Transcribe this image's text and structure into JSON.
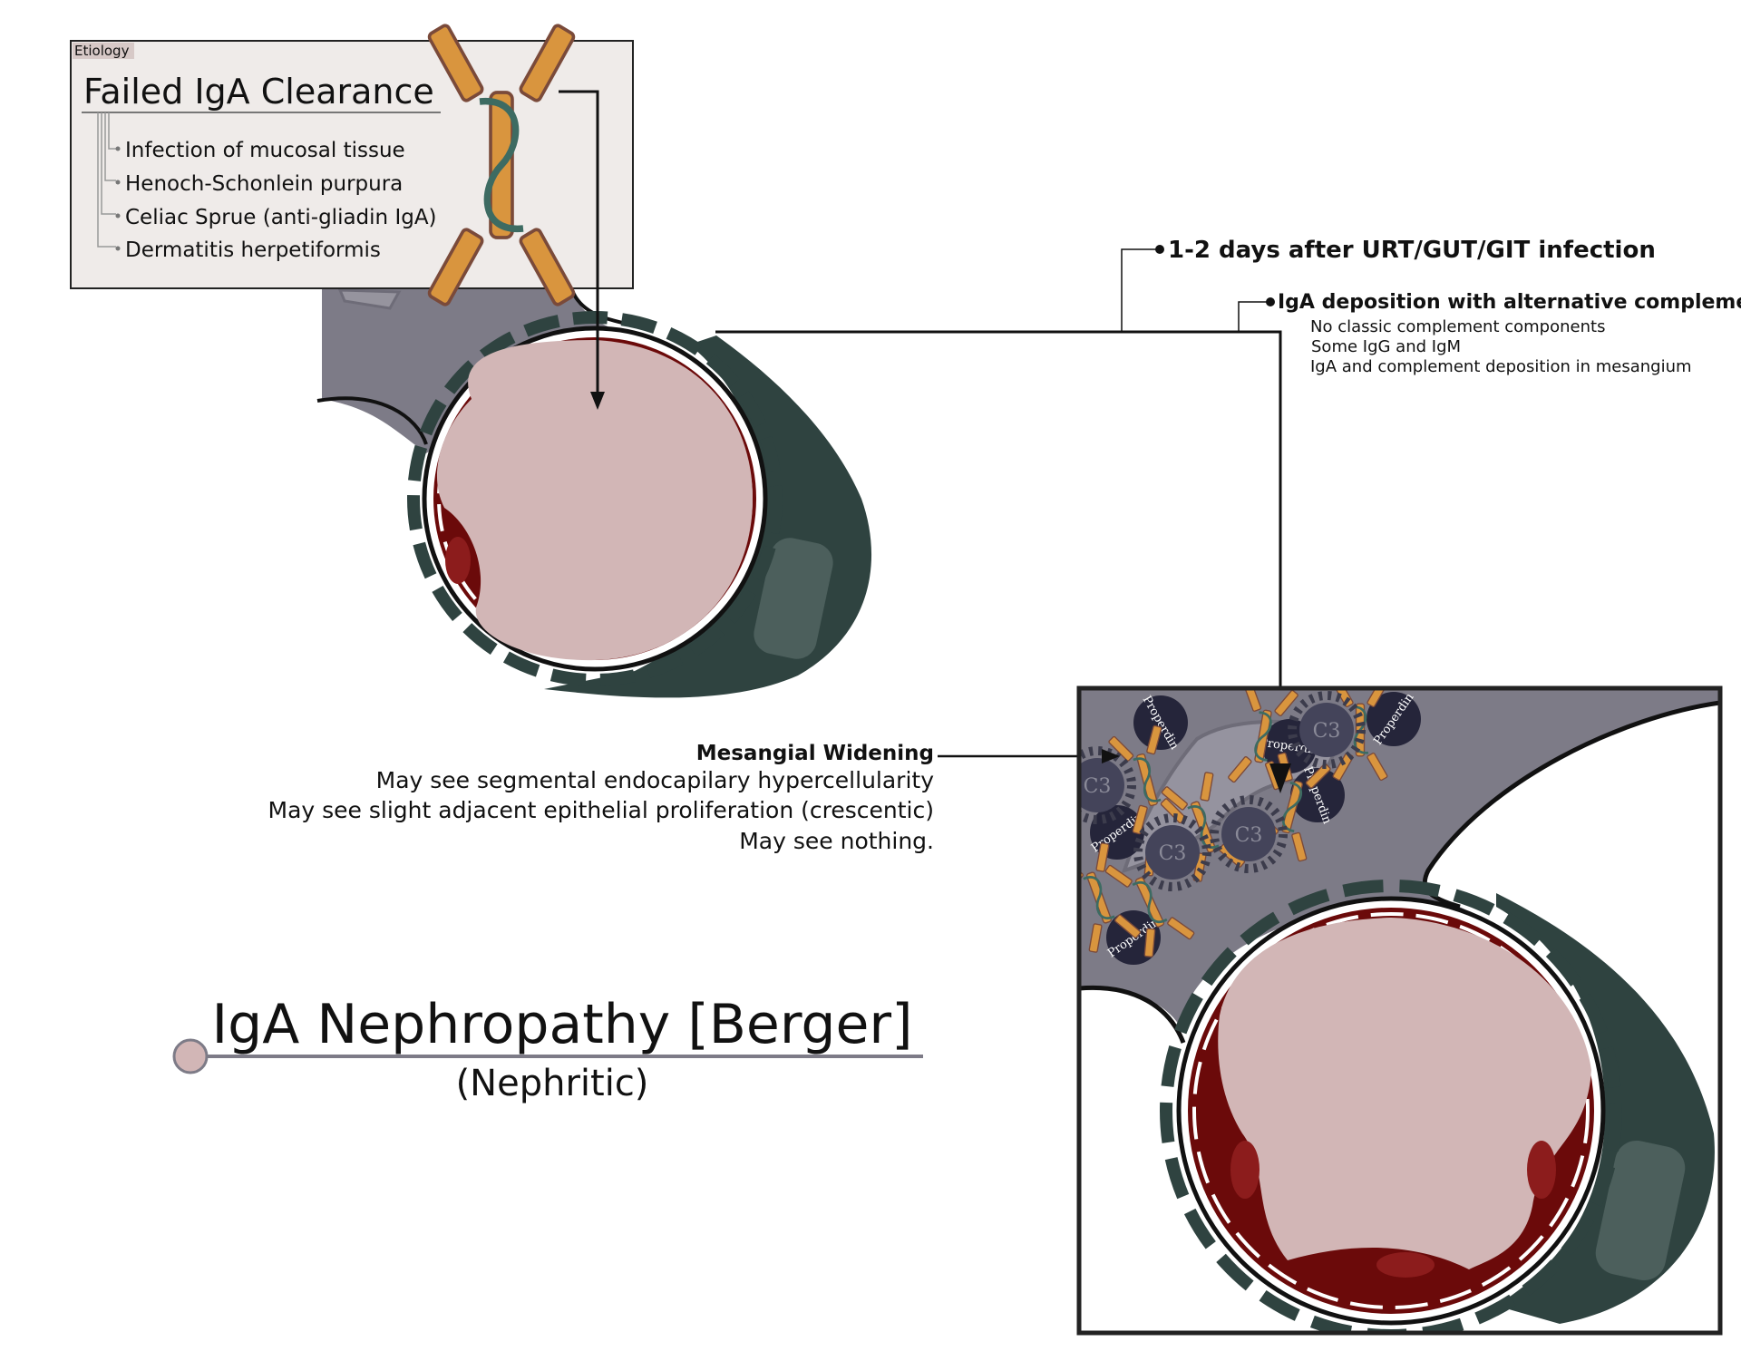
{
  "etiology": {
    "tag": "Etiology",
    "title": "Failed IgA Clearance",
    "items": [
      "Infection of mucosal tissue",
      "Henoch-Schonlein purpura",
      "Celiac Sprue (anti-gliadin IgA)",
      "Dermatitis herpetiformis"
    ]
  },
  "timeline": {
    "onset": "1-2 days after URT/GUT/GIT infection",
    "deposition_heading": "IgA deposition with alternative complement",
    "deposition_notes": [
      "No classic complement components",
      "Some IgG and IgM",
      "IgA and complement deposition in mesangium"
    ]
  },
  "histology": {
    "heading": "Mesangial Widening",
    "notes": [
      "May see segmental endocapilary hypercellularity",
      "May see slight adjacent epithelial proliferation (crescentic)",
      "May see nothing."
    ]
  },
  "title": {
    "main": "IgA Nephropathy [Berger]",
    "subtitle": "(Nephritic)"
  },
  "inset": {
    "properdin_label": "Properdin",
    "c3_label": "C3"
  },
  "colors": {
    "capillary_lumen": "#d2b6b6",
    "blood": "#6b0a0a",
    "podocyte": "#2f4340",
    "mesangium": "#7d7b87",
    "antibody": "#d9953e",
    "properdin": "#25253a",
    "box_bg": "#efebe9"
  }
}
